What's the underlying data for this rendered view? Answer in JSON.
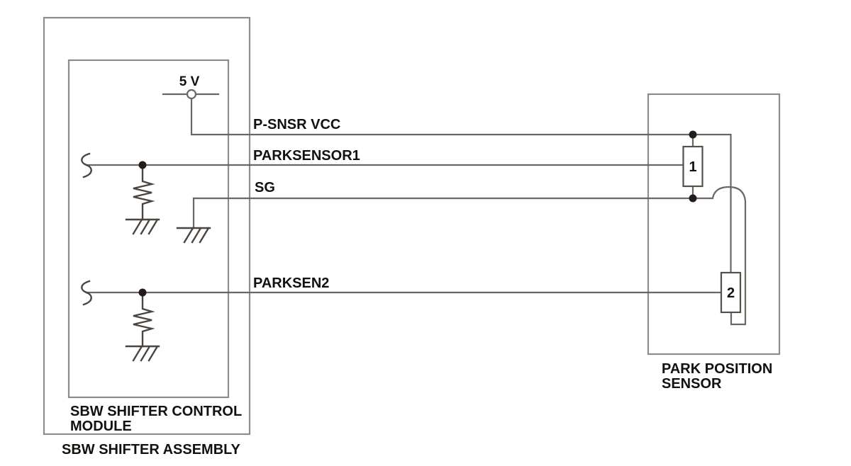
{
  "colors": {
    "background": "#ffffff",
    "box_border": "#8f8c88",
    "wire": "#6b6661",
    "symbol": "#4a4540",
    "component_border": "#55504a",
    "dot": "#221d1a",
    "text": "#13100e"
  },
  "supply": {
    "label": "5 V"
  },
  "signals": {
    "vcc": "P-SNSR VCC",
    "park1": "PARKSENSOR1",
    "sg": "SG",
    "park2": "PARKSEN2"
  },
  "components": {
    "one": "1",
    "two": "2"
  },
  "blocks": {
    "module": {
      "line1": "SBW SHIFTER CONTROL",
      "line2": "MODULE"
    },
    "assembly": {
      "label": "SBW SHIFTER ASSEMBLY"
    },
    "sensor": {
      "line1": "PARK POSITION",
      "line2": "SENSOR"
    }
  }
}
